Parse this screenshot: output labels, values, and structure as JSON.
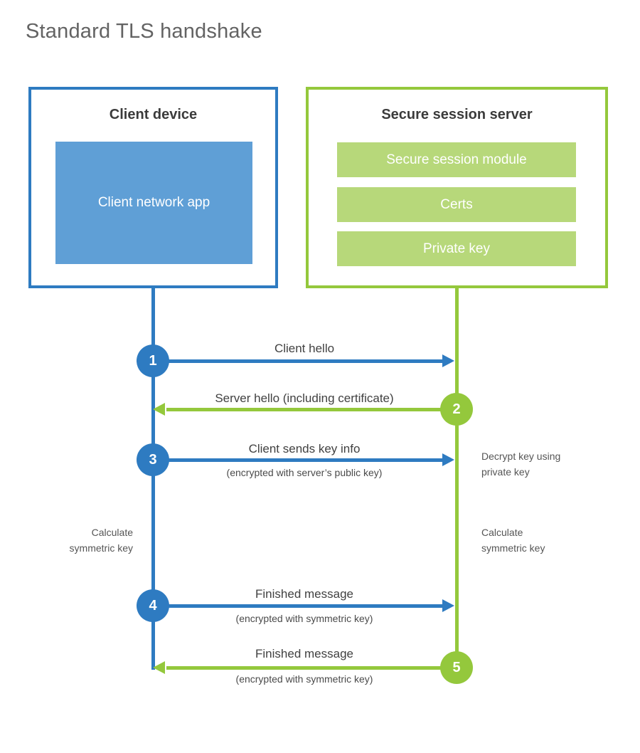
{
  "title": "Standard TLS handshake",
  "colors": {
    "blue_line": "#2e7bc1",
    "blue_fill": "#5f9fd6",
    "green_line": "#94c83c",
    "green_fill": "#b7d87a",
    "title_gray": "#636363",
    "label_gray": "#414141"
  },
  "client_box": {
    "title": "Client device",
    "module": "Client network app"
  },
  "server_box": {
    "title": "Secure session server",
    "modules": [
      "Secure session module",
      "Certs",
      "Private key"
    ]
  },
  "steps": [
    {
      "number": "1",
      "direction": "right",
      "color": "blue",
      "label": "Client hello",
      "sublabel": ""
    },
    {
      "number": "2",
      "direction": "left",
      "color": "green",
      "label": "Server hello (including certificate)",
      "sublabel": ""
    },
    {
      "number": "3",
      "direction": "right",
      "color": "blue",
      "label": "Client sends key info",
      "sublabel": "(encrypted with server’s public key)"
    },
    {
      "number": "4",
      "direction": "right",
      "color": "blue",
      "label": "Finished message",
      "sublabel": "(encrypted with symmetric key)"
    },
    {
      "number": "5",
      "direction": "left",
      "color": "green",
      "label": "Finished message",
      "sublabel": "(encrypted with symmetric key)"
    }
  ],
  "side_notes": {
    "left_calculate": "Calculate\nsymmetric key",
    "right_decrypt": "Decrypt key using\nprivate key",
    "right_calculate": "Calculate\nsymmetric key"
  }
}
